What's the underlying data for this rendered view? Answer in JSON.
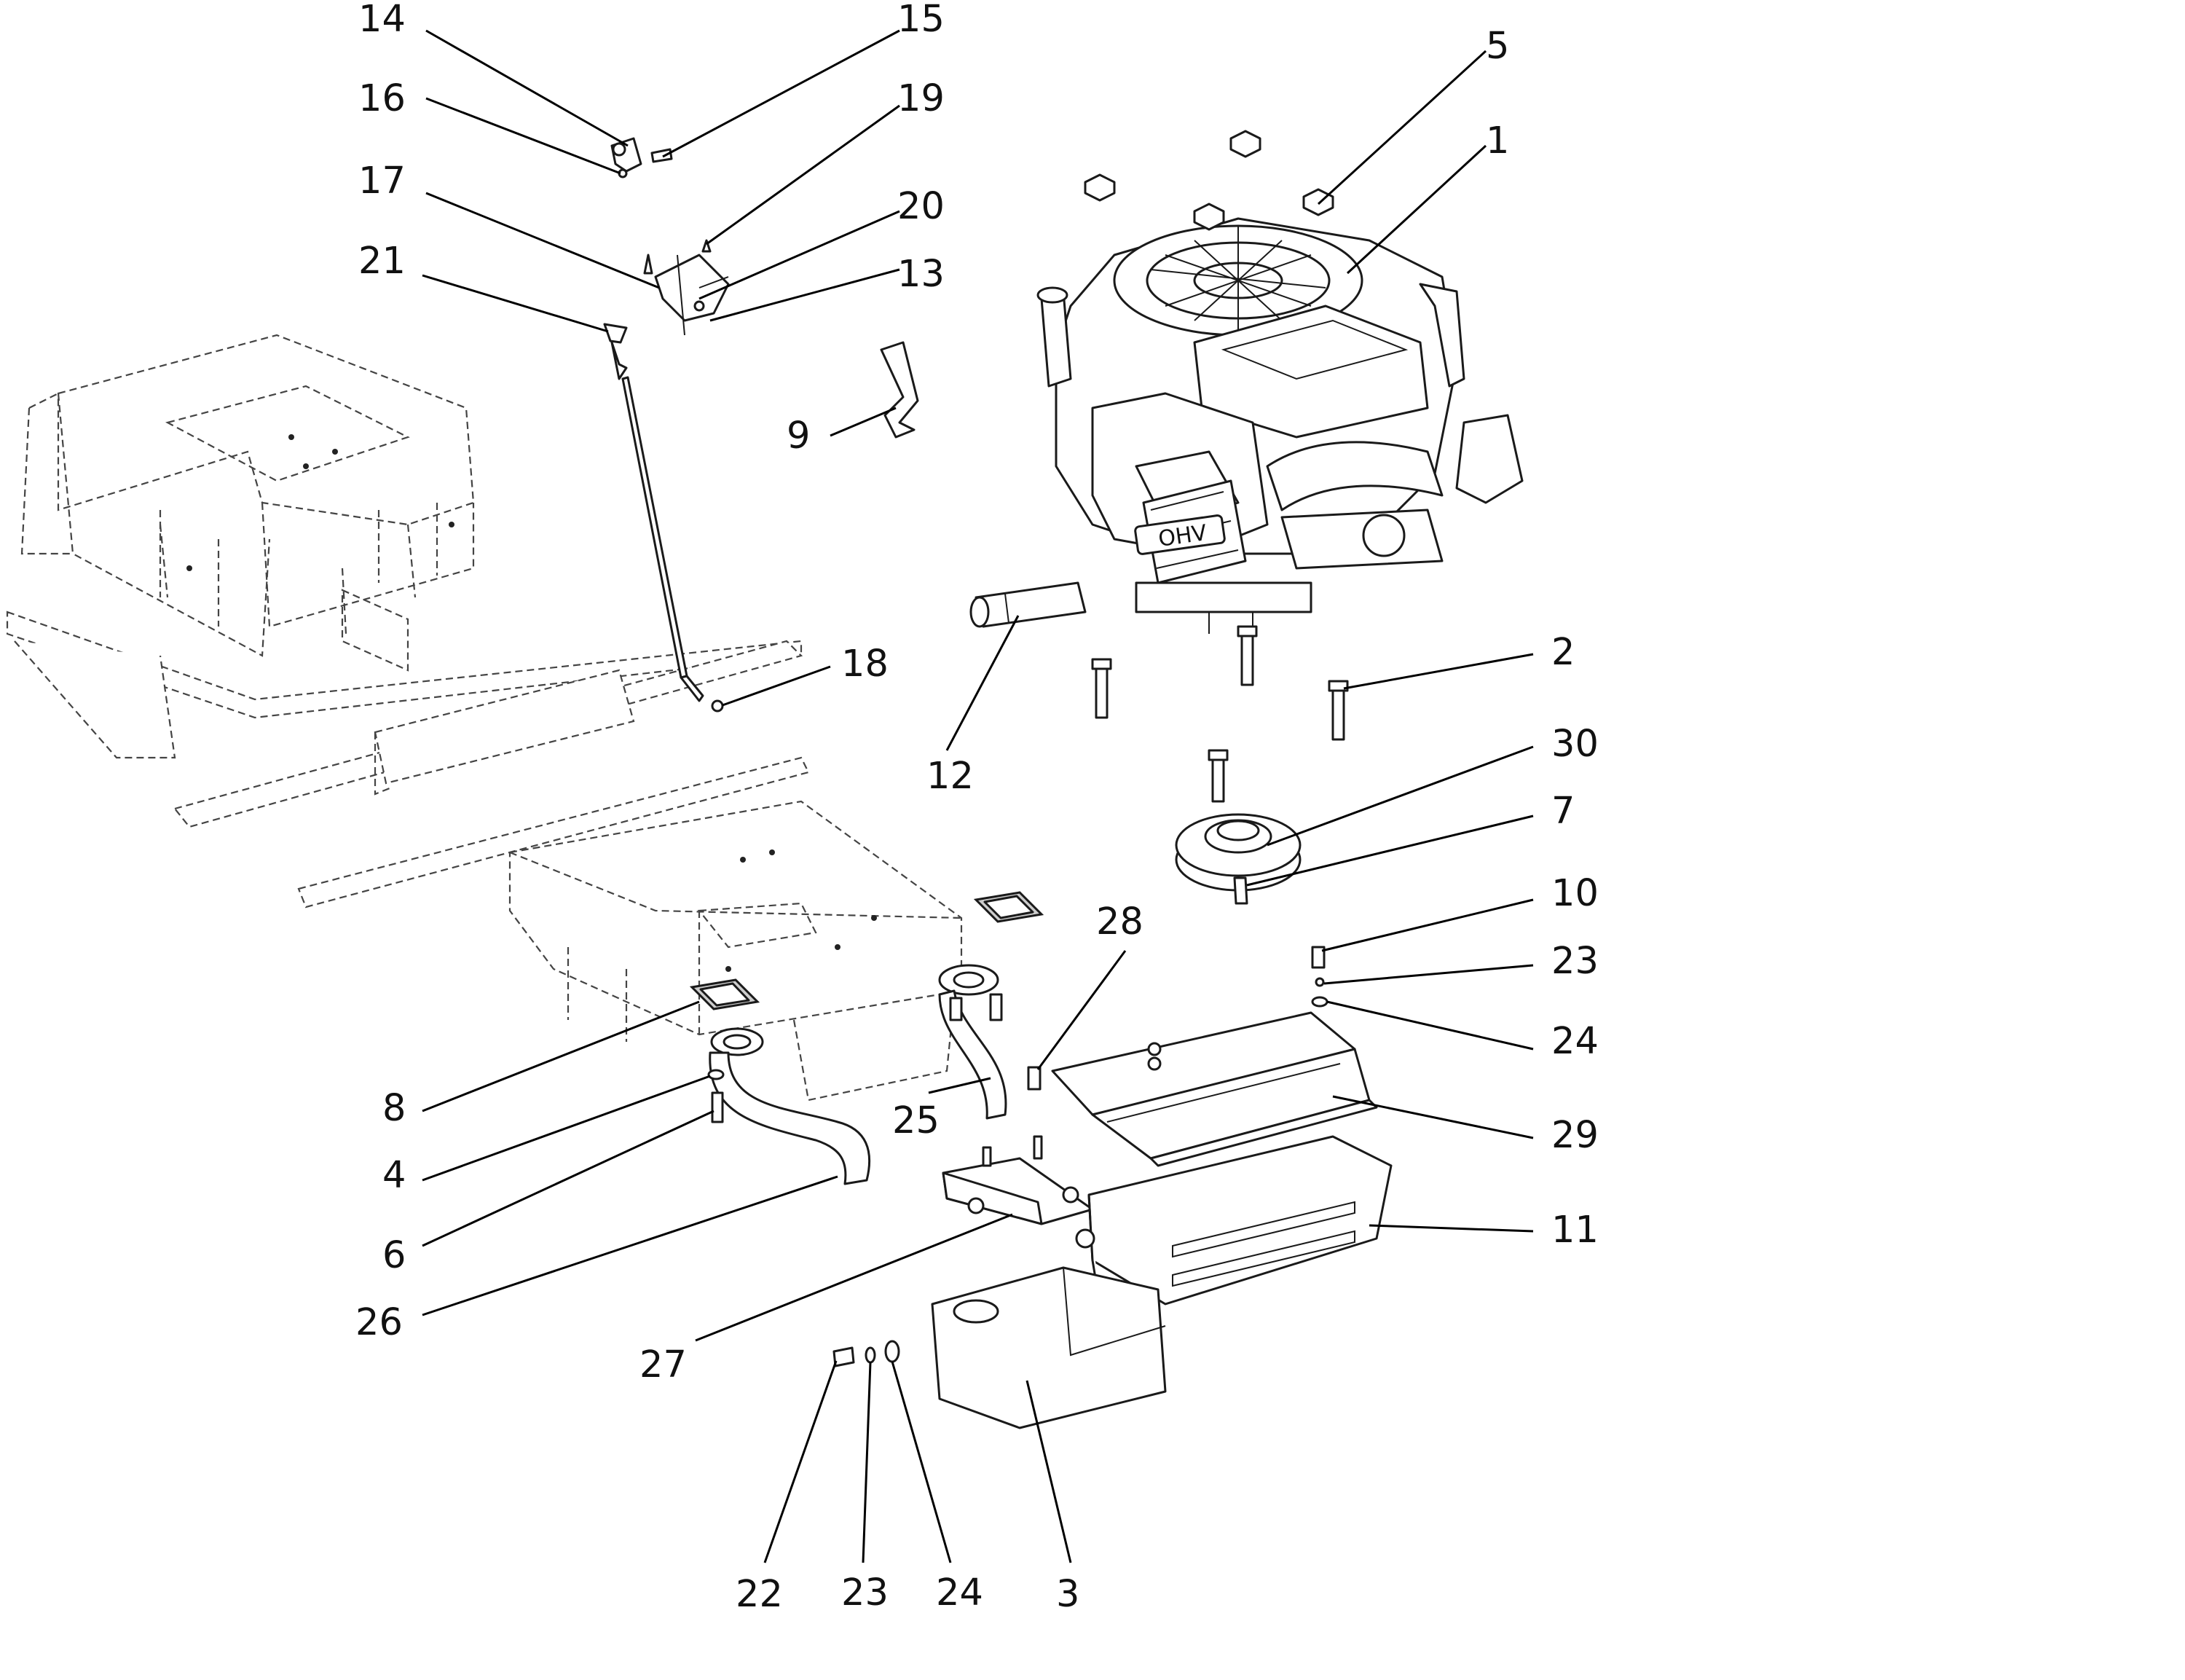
{
  "callouts": [
    {
      "key": "c14a",
      "text": "14"
    },
    {
      "key": "c15",
      "text": "15"
    },
    {
      "key": "c16",
      "text": "16"
    },
    {
      "key": "c19",
      "text": "19"
    },
    {
      "key": "c17",
      "text": "17"
    },
    {
      "key": "c20",
      "text": "20"
    },
    {
      "key": "c13",
      "text": "13"
    },
    {
      "key": "c21",
      "text": "21"
    },
    {
      "key": "c5",
      "text": "5"
    },
    {
      "key": "c1",
      "text": "1"
    },
    {
      "key": "c9",
      "text": "9"
    },
    {
      "key": "c18",
      "text": "18"
    },
    {
      "key": "c12",
      "text": "12"
    },
    {
      "key": "c2",
      "text": "2"
    },
    {
      "key": "c30",
      "text": "30"
    },
    {
      "key": "c7",
      "text": "7"
    },
    {
      "key": "c10",
      "text": "10"
    },
    {
      "key": "c23a",
      "text": "23"
    },
    {
      "key": "c28",
      "text": "28"
    },
    {
      "key": "c24a",
      "text": "24"
    },
    {
      "key": "c29",
      "text": "29"
    },
    {
      "key": "c8",
      "text": "8"
    },
    {
      "key": "c25",
      "text": "25"
    },
    {
      "key": "c4",
      "text": "4"
    },
    {
      "key": "c11",
      "text": "11"
    },
    {
      "key": "c6",
      "text": "6"
    },
    {
      "key": "c26",
      "text": "26"
    },
    {
      "key": "c27",
      "text": "27"
    },
    {
      "key": "c22",
      "text": "22"
    },
    {
      "key": "c23b",
      "text": "23"
    },
    {
      "key": "c24b",
      "text": "24"
    },
    {
      "key": "c3",
      "text": "3"
    }
  ],
  "engine_badge": "OHV"
}
